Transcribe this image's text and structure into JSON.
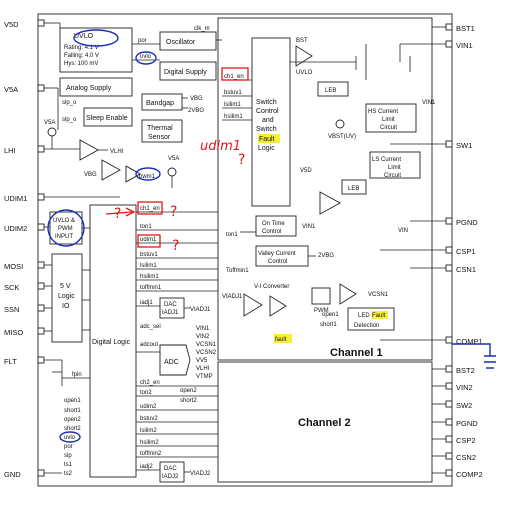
{
  "pins_left": [
    "V5D",
    "V5A",
    "LHI",
    "UDIM1",
    "UDIM2",
    "MOSI",
    "SCK",
    "SSN",
    "MISO",
    "FLT",
    "GND"
  ],
  "pins_right_ch1": [
    "BST1",
    "VIN1",
    "SW1",
    "PGND",
    "CSP1",
    "CSN1",
    "COMP1"
  ],
  "pins_right_ch2": [
    "BST2",
    "VIN2",
    "SW2",
    "PGND",
    "CSP2",
    "CSN2",
    "COMP2"
  ],
  "blocks": {
    "uvlo_title": "UVLO",
    "uvlo_rating": "Rating: 4.1 V",
    "uvlo_falling": "Falling: 4.0 V",
    "uvlo_hys": "Hys: 100 mV",
    "por": "por",
    "uvlo_out": "uvlo",
    "oscillator": "Oscillator",
    "clk_m": "clk_m",
    "digital_supply": "Digital Supply",
    "analog_supply": "Analog Supply",
    "slp_o1": "slp_o",
    "slp_o2": "slp_o",
    "sleep_enable": "Sleep Enable",
    "bandgap": "Bandgap",
    "vbg": "VBG",
    "two_vbg": "2VBG",
    "thermal": [
      "Thermal",
      "Sensor"
    ],
    "v5a_small": "V5A",
    "vlhi": "VLHI",
    "vbg_small": "VBG",
    "pwm1": "pwm1",
    "v5a_small2": "V5A",
    "uvlo_pwm": [
      "UVLO &",
      "PWM",
      "INPUT"
    ],
    "logic_io": [
      "5 V",
      "Logic",
      "IO"
    ],
    "fpin": "fpin",
    "digital_logic": "Digital Logic",
    "dl_signals": [
      "ch1_en",
      "ton1",
      "udim1",
      "bstuv1",
      "lsilim1",
      "hsilim1",
      "toffmin1"
    ],
    "iadj1": "iadj1",
    "dac1": [
      "DAC",
      "IADJ1"
    ],
    "viadj1": "VIADJ1",
    "adc_sel": "adc_sel",
    "adcout": "adcout",
    "adc": "ADC",
    "adc_inputs": [
      "VIN1",
      "VIN2",
      "VCSN1",
      "VCSN2",
      "VV5",
      "VLHI",
      "VTMP"
    ],
    "ch2_en": "ch2_en",
    "bottom_signals": [
      "open1",
      "short1",
      "open2",
      "short2",
      "uvlo",
      "por",
      "slp",
      "ts1",
      "ts2"
    ],
    "ch2_signals": [
      "ton2",
      "udim2",
      "bstuv2",
      "lsilim2",
      "hsilim2",
      "toffmin2"
    ],
    "ch2_out_signals": [
      "open2",
      "short2"
    ],
    "iadj2": "iadj2",
    "dac2": [
      "DAC",
      "IADJ2"
    ],
    "viadj2": "VIADJ2",
    "ch1_en_in": "ch1_en",
    "bstuv1_in": "bstuv1",
    "lsilim1_in": "lsilim1",
    "hsilim1_in": "hsilim1",
    "switch_control": [
      "Switch",
      "Control",
      "and",
      "Switch",
      "Fault",
      "Logic"
    ],
    "bst_uvlo": [
      "BST",
      "UVLO"
    ],
    "leb1": "LEB",
    "hs_current": [
      "HS Current",
      "Limit",
      "Circuit"
    ],
    "vin1_sym": "VIN1",
    "vbst": "VBST(UV)",
    "ls_current": [
      "LS Current",
      "Limit",
      "Circuit"
    ],
    "v5d_small": "V5D",
    "leb2": "LEB",
    "on_time": [
      "On Time",
      "Control"
    ],
    "vin1_on": "VIN1",
    "ton1_in": "ton1",
    "valley": [
      "Valley Current",
      "Control"
    ],
    "two_vbg_valley": "2VBG",
    "toffmin1_out": "Toffmin1",
    "vin_small": "VIN",
    "vi_conv": "V-I Converter",
    "viadj1_in": "VIADJ1",
    "pwm_lbl": "PWM",
    "vcsn1": "VCSN1",
    "open1_sig": "open1",
    "short1_sig": "short1",
    "led_fault": [
      "LED",
      "Fault",
      "Detection"
    ],
    "fault_sig": "fault",
    "channel1": "Channel 1",
    "channel2": "Channel 2"
  },
  "annotations": {
    "udim1_q": "udim1",
    "q1": "?",
    "q2": "?",
    "q3": "?",
    "q4": "?",
    "arrow": "?"
  },
  "colors": {
    "annotation_red": "#e01818",
    "annotation_blue": "#1a2fb8",
    "highlight": "#f6ef3a"
  }
}
